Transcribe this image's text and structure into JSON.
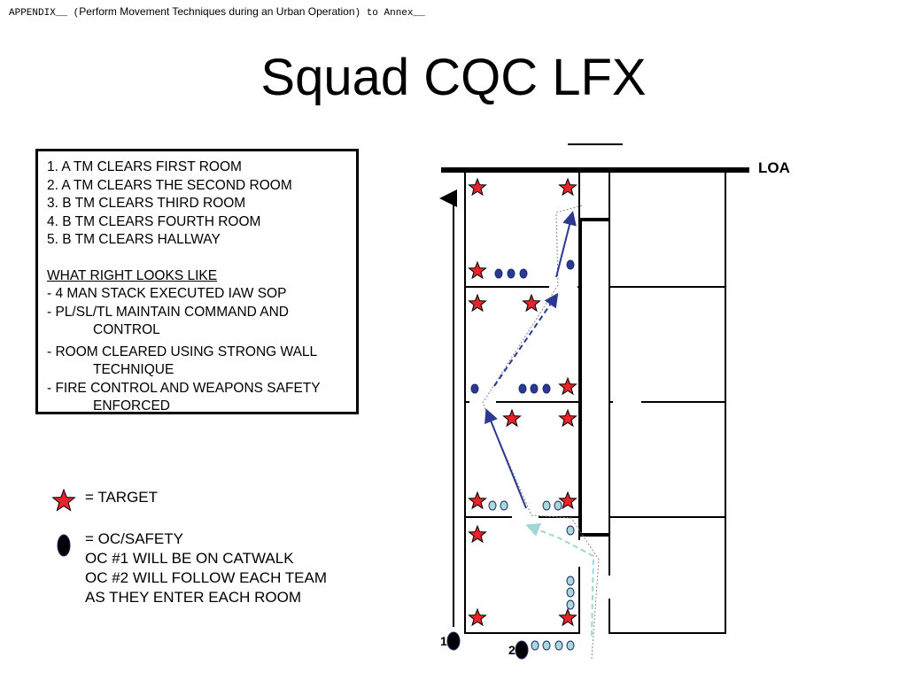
{
  "header": {
    "prefix": "APPENDIX__ (",
    "appendix_title": "Perform Movement Techniques during an Urban Operation",
    "suffix": ") to Annex__"
  },
  "title": "Squad CQC LFX",
  "steps": [
    "1.  A TM CLEARS FIRST ROOM",
    "2.  A TM CLEARS THE SECOND ROOM",
    "3.  B TM CLEARS THIRD ROOM",
    "4.  B TM CLEARS FOURTH ROOM",
    "5.  B TM CLEARS HALLWAY"
  ],
  "what_right": {
    "heading": "WHAT RIGHT LOOKS LIKE",
    "items": [
      {
        "first": "-  4 MAN STACK EXECUTED IAW SOP",
        "cont": ""
      },
      {
        "first": "-  PL/SL/TL MAINTAIN COMMAND AND",
        "cont": "CONTROL"
      },
      {
        "first": "-  ROOM CLEARED USING STRONG WALL",
        "cont": "TECHNIQUE"
      },
      {
        "first": "-  FIRE CONTROL AND WEAPONS SAFETY",
        "cont": "ENFORCED"
      }
    ]
  },
  "legend": {
    "target_label": "= TARGET",
    "oc_label": "= OC/SAFETY",
    "oc_notes": [
      "OC #1 WILL BE ON CATWALK",
      "OC #2 WILL FOLLOW EACH TEAM",
      "AS THEY ENTER EACH ROOM"
    ]
  },
  "diagram": {
    "loa_label": "LOA",
    "oc_numbers": [
      "1",
      "2"
    ],
    "colors": {
      "target": "#e8232a",
      "team_a": "#2b3a8f",
      "team_b": "#a8d8d8",
      "arrow_a": "#2b3a8f",
      "arrow_b": "#9fd6d6"
    }
  }
}
